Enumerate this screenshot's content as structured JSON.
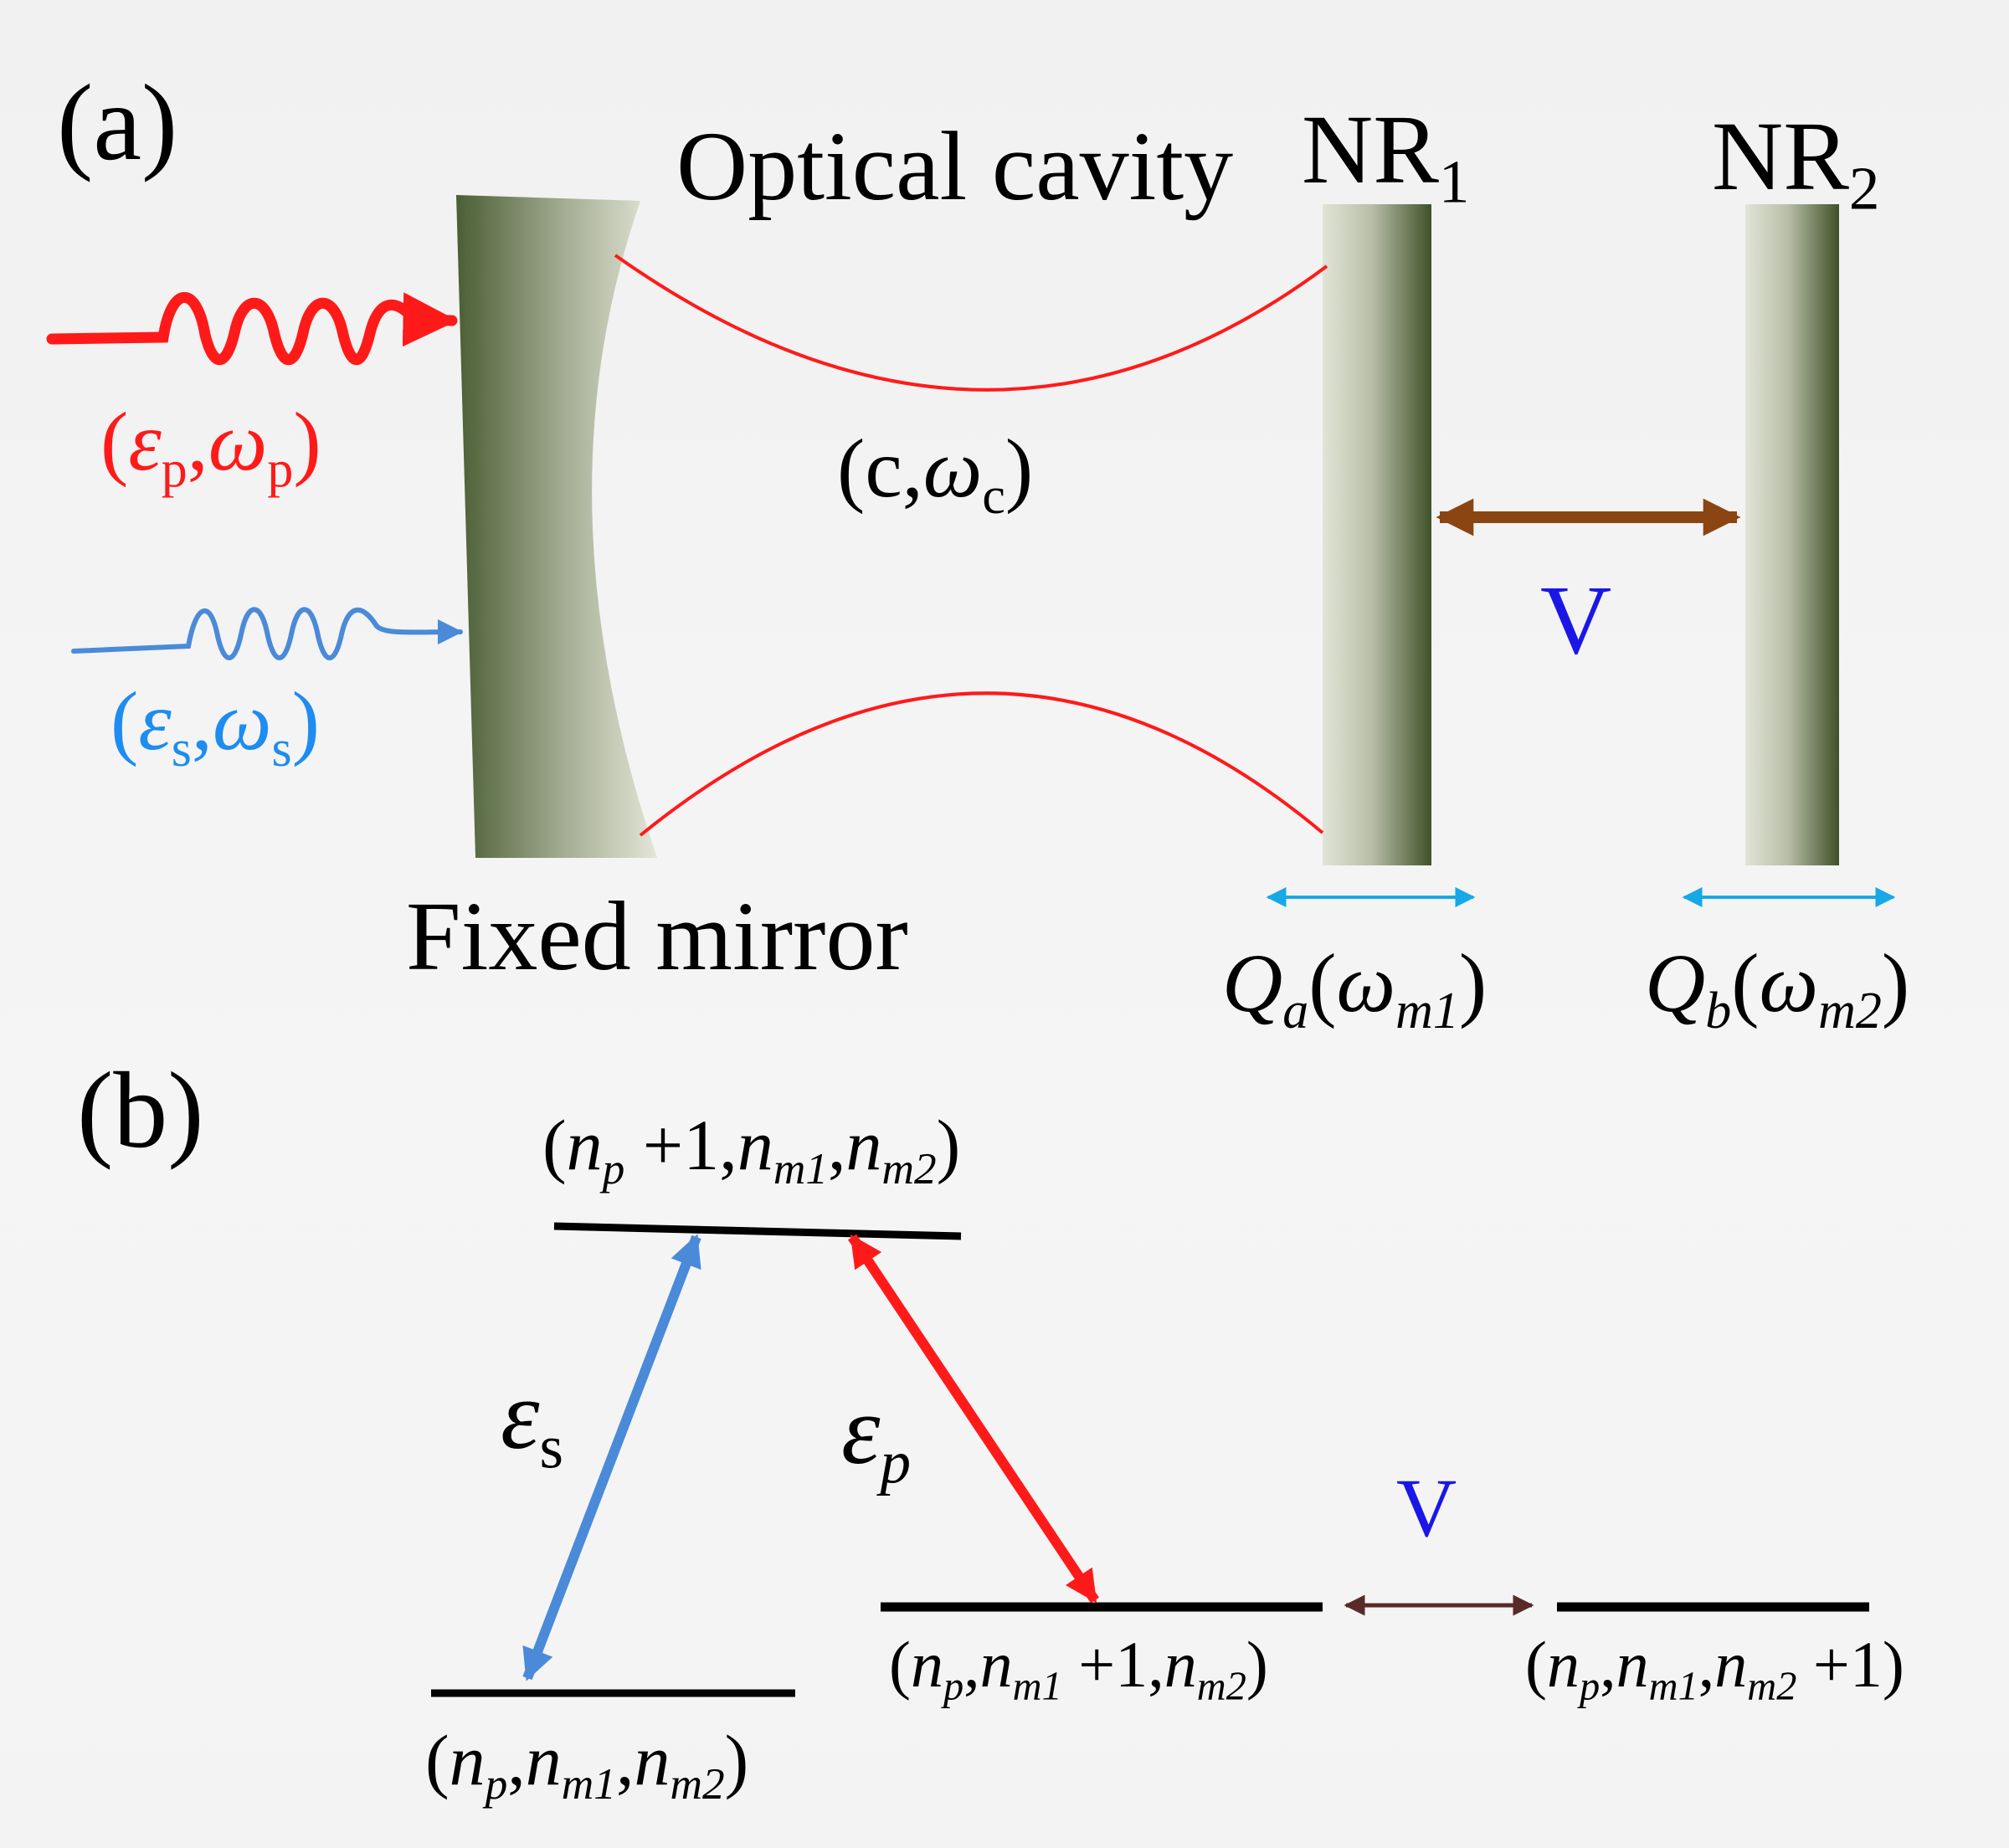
{
  "panel_a": {
    "label": "(a)",
    "cavity_label": "Optical cavity",
    "mirror_label": "Fixed mirror",
    "nr1": {
      "name": "NR",
      "sub": "1"
    },
    "nr2": {
      "name": "NR",
      "sub": "2"
    },
    "cavity_mode": {
      "open": "(",
      "c": "c",
      "sep": ",",
      "omega": "ω",
      "sub": "c",
      "close": ")"
    },
    "probe_field": {
      "open": "(",
      "eps": "ε",
      "eps_sub": "p",
      "sep": ",",
      "omega": "ω",
      "omega_sub": "p",
      "close": ")"
    },
    "signal_field": {
      "open": "(",
      "eps": "ε",
      "eps_sub": "s",
      "sep": ",",
      "omega": "ω",
      "omega_sub": "s",
      "close": ")"
    },
    "coupling": "V",
    "qa": {
      "q": "Q",
      "q_sub": "a",
      "open": "(",
      "omega": "ω",
      "omega_sub": "m1",
      "close": ")"
    },
    "qb": {
      "q": "Q",
      "q_sub": "b",
      "open": "(",
      "omega": "ω",
      "omega_sub": "m2",
      "close": ")"
    }
  },
  "panel_b": {
    "label": "(b)",
    "top_state": {
      "open": "(",
      "n1": "n",
      "n1_sub": "p",
      "plus1": " +1,",
      "n2": "n",
      "n2_sub": "m1",
      "c2": ",",
      "n3": "n",
      "n3_sub": "m2",
      "close": ")"
    },
    "ground_state": {
      "open": "(",
      "n1": "n",
      "n1_sub": "p",
      "c1": ",",
      "n2": "n",
      "n2_sub": "m1",
      "c2": ",",
      "n3": "n",
      "n3_sub": "m2",
      "close": ")"
    },
    "mid_state": {
      "open": "(",
      "n1": "n",
      "n1_sub": "p",
      "c1": ",",
      "n2": "n",
      "n2_sub": "m1",
      "plus1": " +1,",
      "n3": "n",
      "n3_sub": "m2",
      "close": ")"
    },
    "right_state": {
      "open": "(",
      "n1": "n",
      "n1_sub": "p",
      "c1": ",",
      "n2": "n",
      "n2_sub": "m1",
      "c2": ",",
      "n3": "n",
      "n3_sub": "m2",
      "plus1": " +1",
      "close": ")"
    },
    "eps_s": {
      "sym": "ε",
      "sub": "s"
    },
    "eps_p": {
      "sym": "ε",
      "sub": "p"
    },
    "coupling": "V"
  },
  "colors": {
    "probe": "#ff1a1a",
    "signal": "#4a8ad8",
    "signal_text": "#1e8cf0",
    "coupling_arrow_a": "#8b4513",
    "coupling_arrow_b": "#5a2a28",
    "coupling_text": "#1a17e6",
    "displacement_arrow": "#18a8e8",
    "mirror_dark": "#4a5e34",
    "mirror_light": "#dfe2d2"
  }
}
